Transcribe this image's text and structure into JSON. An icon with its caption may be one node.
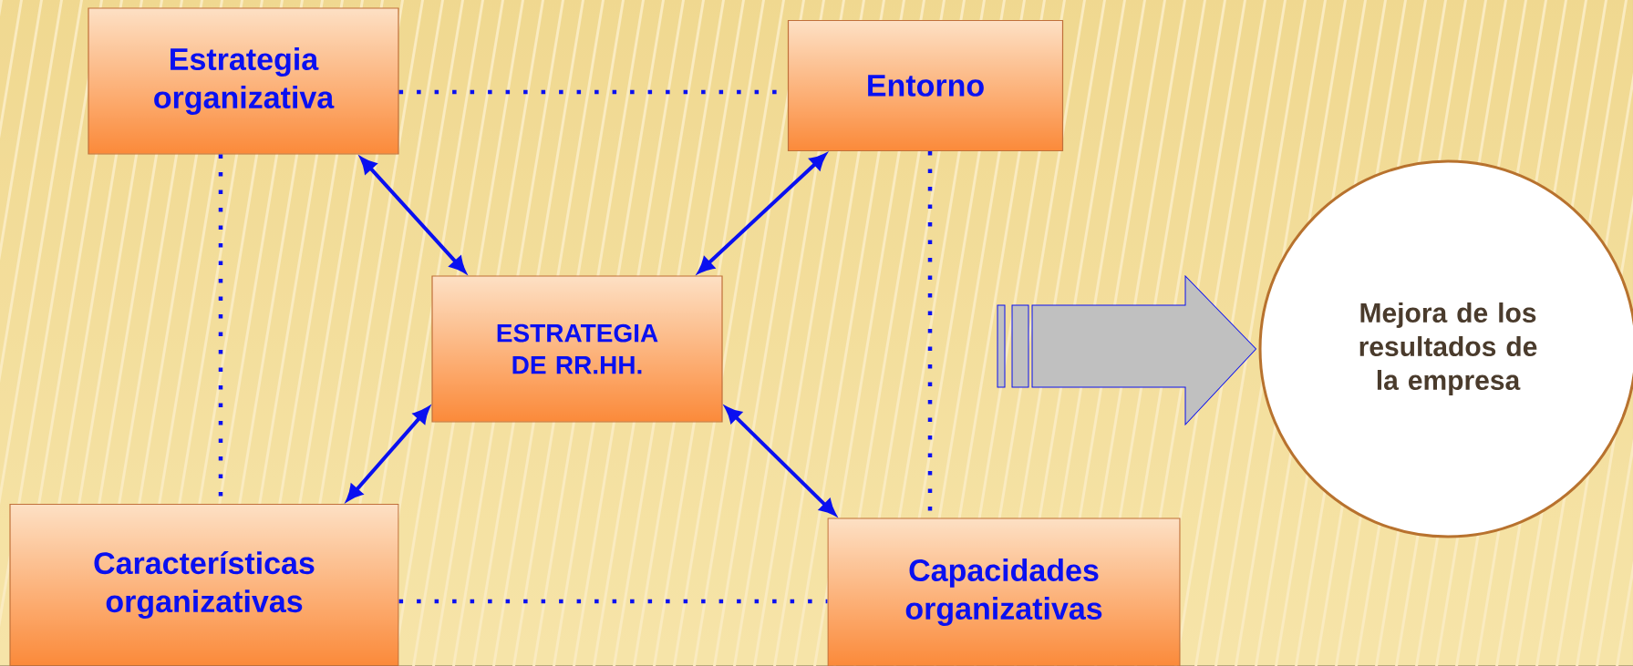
{
  "diagram": {
    "nodes": [
      {
        "text": [
          "Estrategia organizativa"
        ]
      },
      {
        "text": [
          "Entorno"
        ]
      },
      {
        "text": [
          "ESTRATEGIA DE RR.HH."
        ]
      },
      {
        "text": [
          "Características organizativas"
        ]
      },
      {
        "text": [
          "Capacidades organizativas"
        ]
      },
      {
        "text": [
          "Mejora de los resultados de la empresa"
        ]
      }
    ],
    "edges": [
      {
        "from": 0,
        "to": 2,
        "arrow": "both"
      },
      {
        "from": 1,
        "to": 2,
        "arrow": "both"
      },
      {
        "from": 3,
        "to": 2,
        "arrow": "both"
      },
      {
        "from": 4,
        "to": 2,
        "arrow": "both"
      },
      {
        "from": 0,
        "to": 1,
        "arrow": "none",
        "style": "dashed"
      },
      {
        "from": 0,
        "to": 3,
        "arrow": "none",
        "style": "dashed"
      },
      {
        "from": 1,
        "to": 4,
        "arrow": "none",
        "style": "dashed"
      },
      {
        "from": 3,
        "to": 4,
        "arrow": "none",
        "style": "dashed"
      },
      {
        "from": null,
        "to": 5,
        "arrow": "to",
        "style": "thick",
        "color": "#c0c0c0"
      }
    ]
  }
}
